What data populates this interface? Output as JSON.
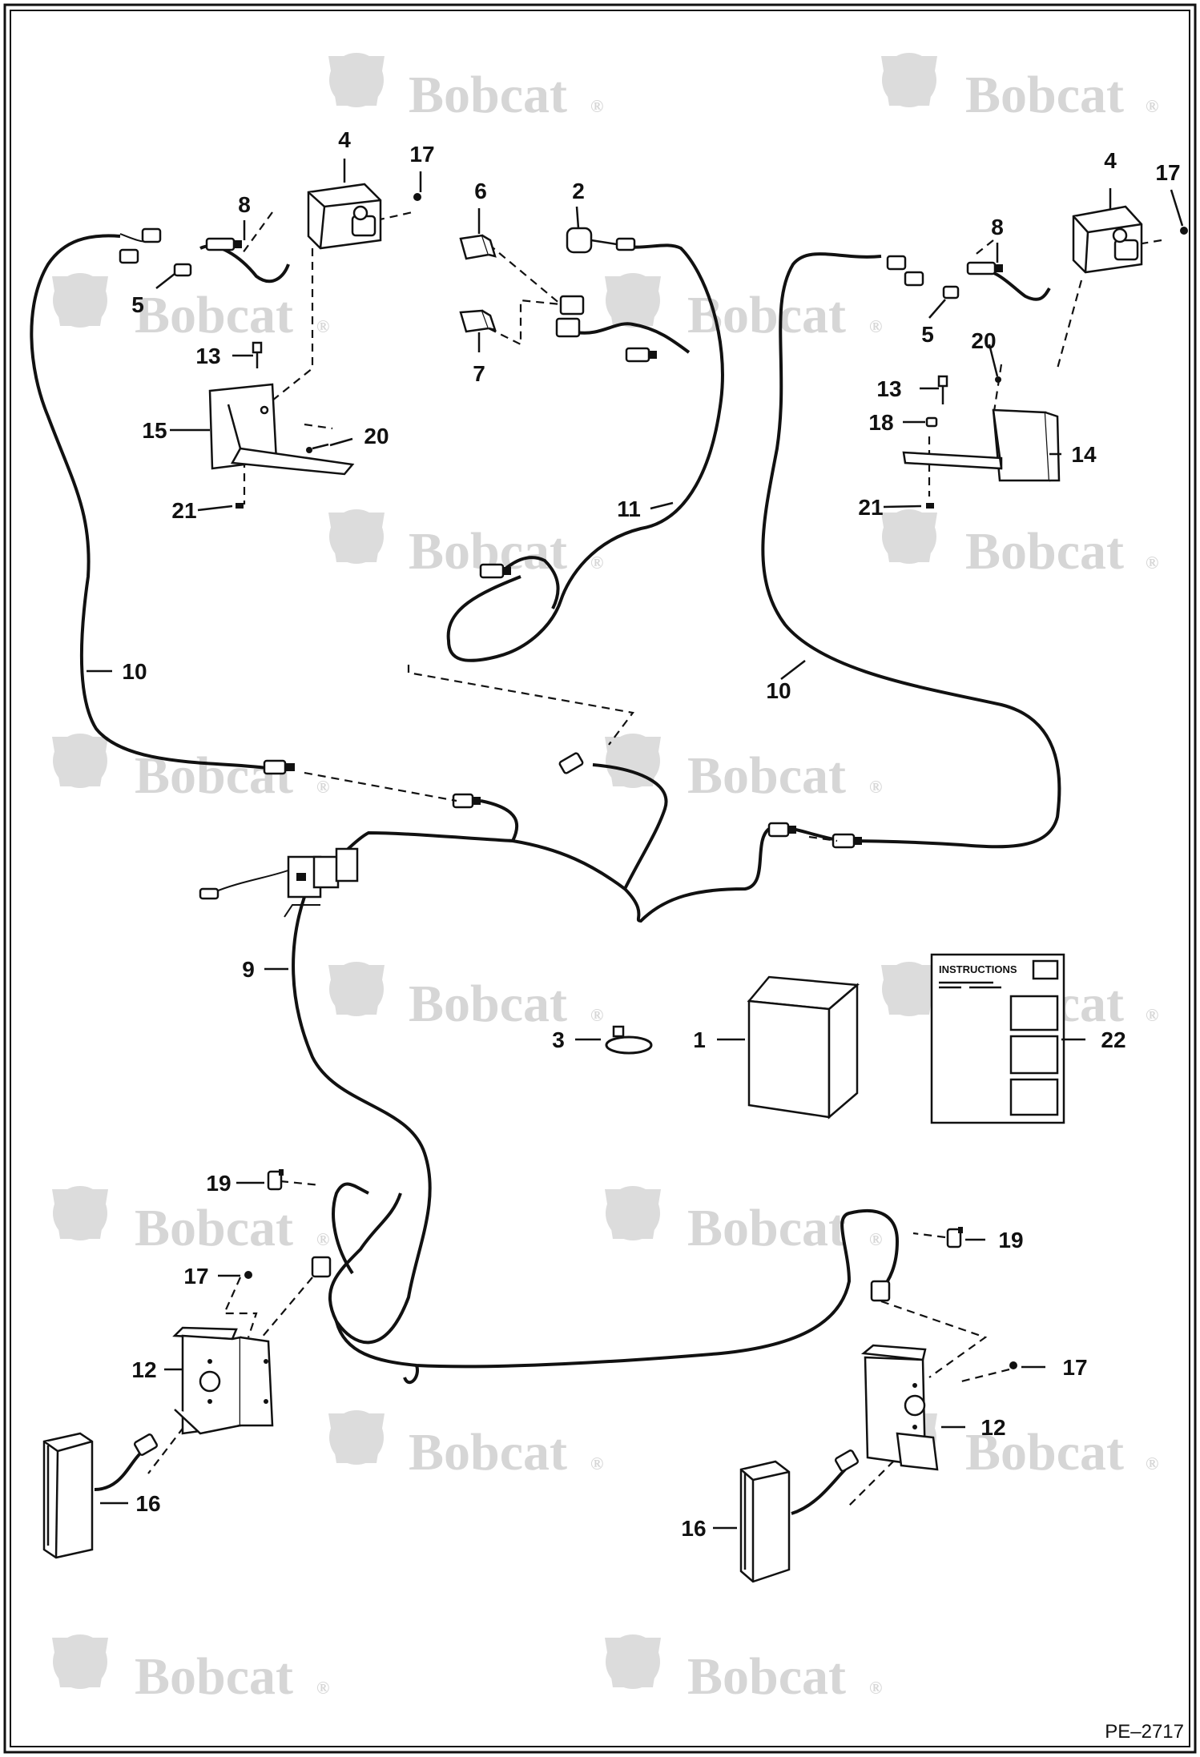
{
  "figure_code": "PE–2717",
  "watermark": "Bobcat",
  "watermark_mark": "®",
  "instructions_title": "INSTRUCTIONS",
  "callouts": {
    "c1": "1",
    "c2": "2",
    "c3": "3",
    "c4a": "4",
    "c4b": "4",
    "c5a": "5",
    "c5b": "5",
    "c6": "6",
    "c7": "7",
    "c8a": "8",
    "c8b": "8",
    "c9": "9",
    "c10a": "10",
    "c10b": "10",
    "c11": "11",
    "c12a": "12",
    "c12b": "12",
    "c13a": "13",
    "c13b": "13",
    "c14": "14",
    "c15": "15",
    "c16a": "16",
    "c16b": "16",
    "c17a": "17",
    "c17b": "17",
    "c17c": "17",
    "c17d": "17",
    "c18": "18",
    "c19a": "19",
    "c19b": "19",
    "c20a": "20",
    "c20b": "20",
    "c21a": "21",
    "c21b": "21",
    "c22": "22"
  }
}
